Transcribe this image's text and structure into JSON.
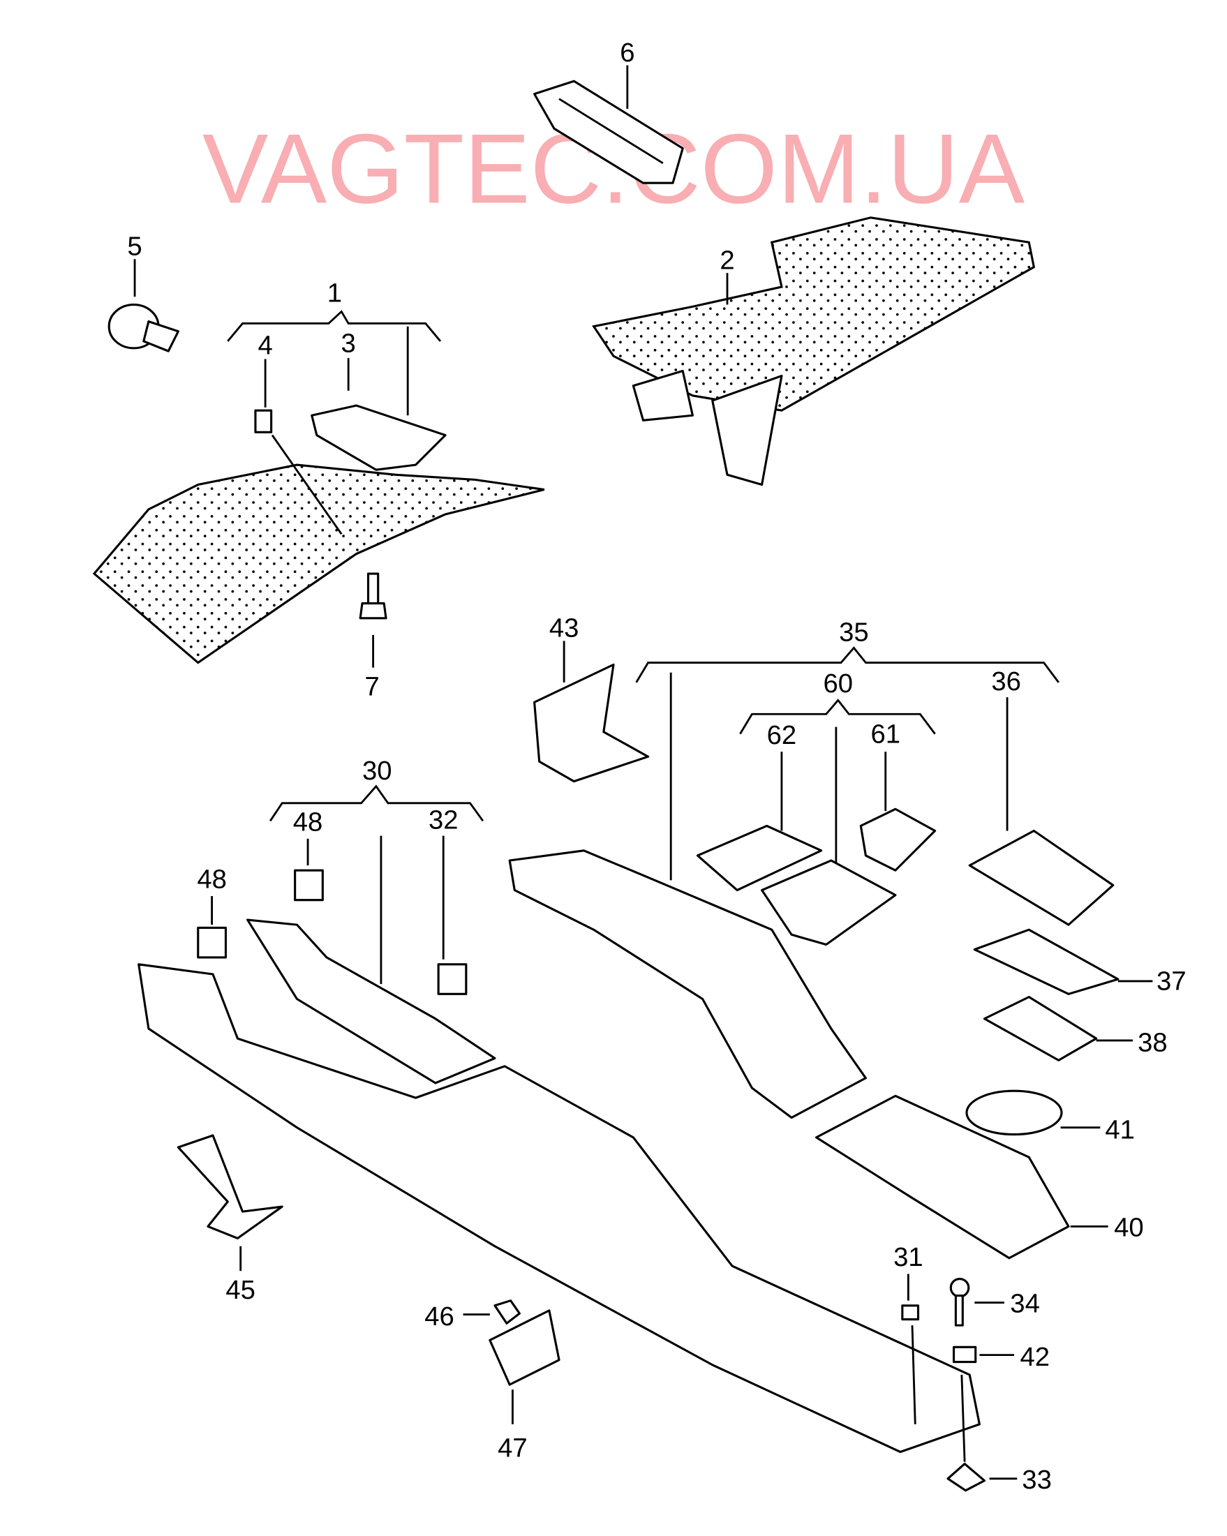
{
  "watermark": "VAGTEC.COM.UA",
  "callouts": {
    "c1": "1",
    "c2": "2",
    "c3": "3",
    "c4": "4",
    "c5": "5",
    "c6": "6",
    "c7": "7",
    "c30": "30",
    "c31": "31",
    "c32": "32",
    "c33": "33",
    "c34": "34",
    "c35": "35",
    "c36": "36",
    "c37": "37",
    "c38": "38",
    "c40": "40",
    "c41": "41",
    "c42": "42",
    "c43": "43",
    "c45": "45",
    "c46": "46",
    "c47": "47",
    "c48a": "48",
    "c48b": "48",
    "c60": "60",
    "c61": "61",
    "c62": "62"
  }
}
